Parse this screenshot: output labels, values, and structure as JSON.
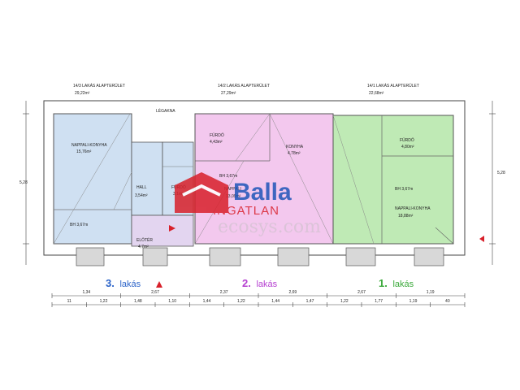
{
  "headers": {
    "apt3_title": "14/3 LAKÁS ALAPTERÜLET",
    "apt3_area": "29,22m²",
    "apt2_title": "14/2 LAKÁS ALAPTERÜLET",
    "apt2_area": "27,29m²",
    "apt1_title": "14/1 LAKÁS ALAPTERÜLET",
    "apt1_area": "22,68m²"
  },
  "shaft_label": "LÉGAKNA",
  "rooms": {
    "apt3_living": "NAPPALI-KONYHA",
    "apt3_living_area": "15,76m²",
    "apt3_bath": "BH 3,67m",
    "apt3_hall": "HALL",
    "apt3_hall_area": "3,54m²",
    "apt3_wc": "FÜRDŐ",
    "apt3_wc_area": "3,1m²",
    "apt3_entry": "ELŐTÉR",
    "apt3_entry_area": "4,7m²",
    "apt2_bath": "FÜRDŐ",
    "apt2_bath_area": "4,43m²",
    "apt2_kitchen": "KONYHA",
    "apt2_kitchen_area": "4,78m²",
    "apt2_living": "NAPPALI",
    "apt2_living_area": "13,09m²",
    "apt2_bh": "BH 3,67m",
    "apt1_bath": "FÜRDŐ",
    "apt1_bath_area": "4,80m²",
    "apt1_bh": "BH 3,67m",
    "apt1_living": "NAPPALI-KONYHA",
    "apt1_living_area": "18,88m²"
  },
  "apartment_labels": {
    "apt3_num": "3.",
    "apt3_word": "lakás",
    "apt2_num": "2.",
    "apt2_word": "lakás",
    "apt1_num": "1.",
    "apt1_word": "lakás"
  },
  "watermark": {
    "brand": "Balla",
    "sub": "INGATLAN",
    "site": "ecosys.com"
  },
  "dimensions": {
    "vertical_left": "5,28",
    "vertical_right": "5,28",
    "bottom_row1": [
      "1,34",
      "2,67",
      "2,37",
      "2,69",
      "2,67",
      "1,19"
    ],
    "bottom_row2": [
      "11",
      "1,22",
      "1,48",
      "1,10",
      "1,44",
      "1,22",
      "1,44",
      "1,47",
      "1,22",
      "1,77",
      "1,19",
      "40"
    ]
  },
  "colors": {
    "apt3": "#cfe0f2",
    "apt2": "#f3c8ee",
    "apt1": "#bfeab5",
    "apt3_text": "#2b63c8",
    "apt2_text": "#b53fd0",
    "apt1_text": "#3aa93a",
    "brand_red": "#d8202a",
    "brand_blue": "#1f56b8"
  }
}
